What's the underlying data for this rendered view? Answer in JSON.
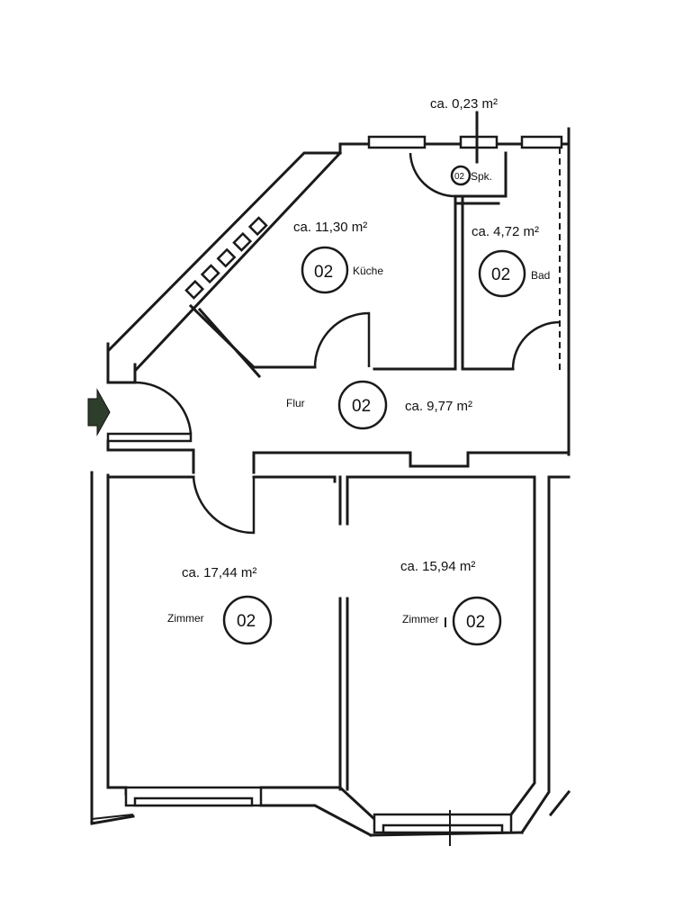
{
  "plan": {
    "storage": {
      "area": "ca. 0,23 m²",
      "number": "02",
      "name": "Spk."
    },
    "kitchen": {
      "area": "ca. 11,30 m²",
      "number": "02",
      "name": "Küche"
    },
    "bath": {
      "area": "ca. 4,72 m²",
      "number": "02",
      "name": "Bad"
    },
    "hall": {
      "area": "ca. 9,77 m²",
      "number": "02",
      "name": "Flur"
    },
    "room_left": {
      "area": "ca. 17,44 m²",
      "number": "02",
      "name": "Zimmer"
    },
    "room_right": {
      "area": "ca. 15,94 m²",
      "number": "02",
      "name": "Zimmer"
    },
    "icons": {
      "entrance": "entrance-arrow-icon"
    }
  }
}
